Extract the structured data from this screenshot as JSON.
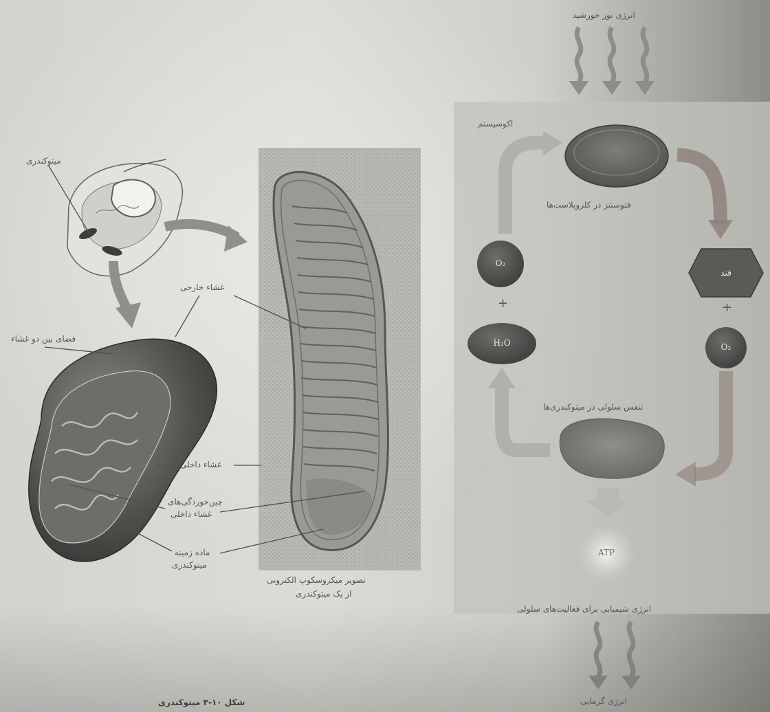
{
  "labels": {
    "mitochondrion_cell": "میتوکندری",
    "outer_membrane": "غشاء خارجی",
    "intermembrane_space": "فضای بین دو غشاء",
    "inner_membrane": "غشاء داخلی",
    "cristae_line1": "چین‌خوردگی‌های",
    "cristae_line2": "غشاء داخلی",
    "matrix_line1": "ماده زمینه",
    "matrix_line2": "میتوکندری",
    "micrograph_line1": "تصویر میکروسکوپ الکترونی",
    "micrograph_line2": "از یک میتوکندری",
    "figure_caption": "شکل ۱۰-۳ میتوکندری"
  },
  "cycle": {
    "solar_energy": "انرژی نور خورشید",
    "ecosystem": "اکوسیستم",
    "photosynthesis": "فتوسنتز در کلروپلاست‌ها",
    "glucose": "قند",
    "o2_left": "O₂",
    "plus_left": "+",
    "h2o": "H₂O",
    "plus_right": "+",
    "o2_right": "O₂",
    "respiration": "تنفس سلولی در میتوکندری‌ها",
    "atp": "ATP",
    "chemical_energy": "انرژی شیمیایی برای فعالیت‌های سلولی",
    "heat_energy": "انرژی گرمایی"
  }
}
